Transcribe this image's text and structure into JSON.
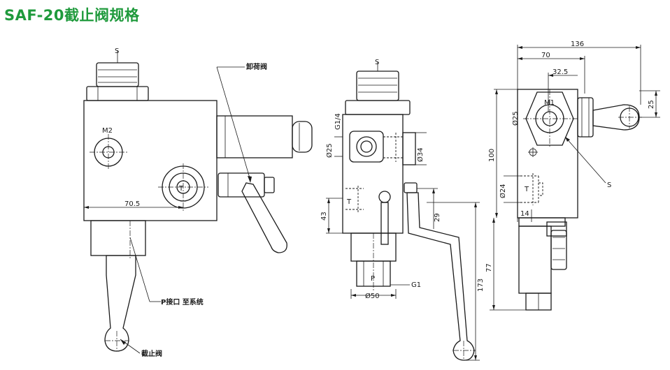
{
  "title": {
    "text": "SAF-20截止阀规格",
    "color": "#1f9a3c"
  },
  "labels": {
    "front": {
      "s": "S",
      "m2": "M2",
      "t": "T",
      "dim_70_5": "70.5",
      "unloading_valve": "卸荷阀",
      "p_port": "P接口 至系统",
      "shutoff_valve": "截止阀"
    },
    "side": {
      "s": "S",
      "g1_4": "G1/4",
      "d25": "Ø25",
      "d34": "Ø34",
      "t": "T",
      "dim_43": "43",
      "dim_29": "29",
      "dim_173": "173",
      "p": "P",
      "g1": "G1",
      "d50": "Ø50"
    },
    "right": {
      "dim_136": "136",
      "dim_70": "70",
      "dim_32_5": "32.5",
      "m1": "M1",
      "d25": "Ø25",
      "dim_25": "25",
      "dim_100": "100",
      "d24": "Ø24",
      "t": "T",
      "s": "S",
      "dim_14": "14",
      "dim_77": "77"
    }
  }
}
